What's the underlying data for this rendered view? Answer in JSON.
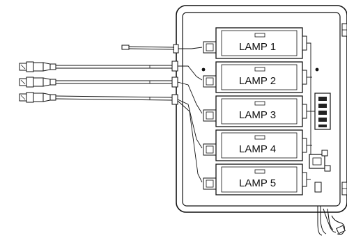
{
  "diagram": {
    "lamps": [
      {
        "label": "LAMP 1"
      },
      {
        "label": "LAMP 2"
      },
      {
        "label": "LAMP 3"
      },
      {
        "label": "LAMP 4"
      },
      {
        "label": "LAMP 5"
      }
    ],
    "cable_count": 3,
    "colors": {
      "stroke": "#111111",
      "fill": "#ffffff",
      "shade": "#e6e6e6"
    }
  }
}
